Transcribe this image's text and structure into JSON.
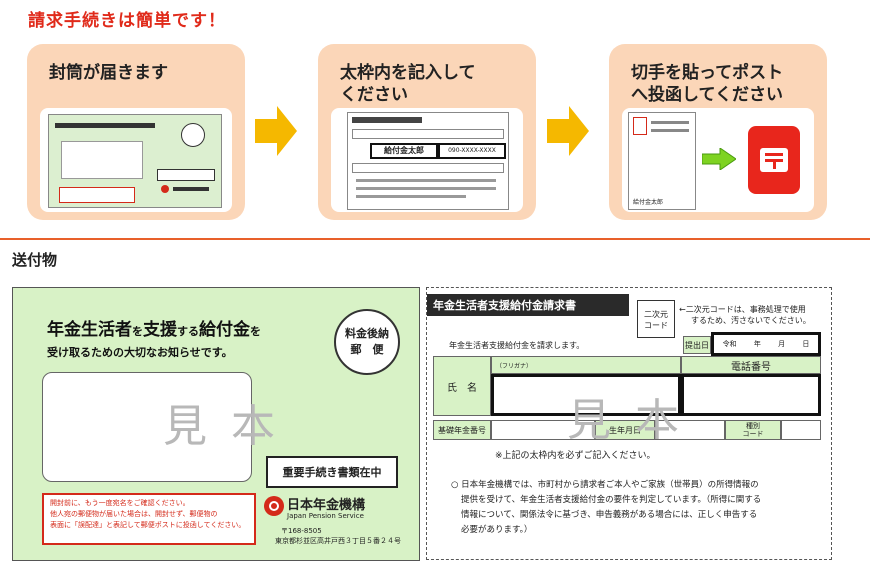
{
  "title": "請求手続きは簡単です！",
  "steps": [
    {
      "label_line1": "封筒が届きます",
      "label_line2": ""
    },
    {
      "label_line1": "太枠内を記入して",
      "label_line2": "ください"
    },
    {
      "label_line1": "切手を貼ってポスト",
      "label_line2": "へ投函してください"
    }
  ],
  "thumb_form": {
    "name_text": "給付金太郎",
    "phone_text": "090-XXXX-XXXX"
  },
  "thumb_post": {
    "name_text": "給付金太郎"
  },
  "section_label": "送付物",
  "envelope": {
    "title_part1": "年金生活者",
    "title_part2": "を",
    "title_part3": "支援",
    "title_part4": "する",
    "title_part5": "給付金",
    "title_part6": "を",
    "subtitle": "受け取るための大切なお知らせです。",
    "postage_line1": "料金後納",
    "postage_line2": "郵　便",
    "important": "重要手続き書類在中",
    "notice_line1": "開封前に、もう一度宛名をご確認ください。",
    "notice_line2": "他人宛の郵便物が届いた場合は、開封せず、郵便物の",
    "notice_line3": "表面に「誤配達」と表記して郵便ポストに投函してください。",
    "org_name": "日本年金機構",
    "org_name_en": "Japan Pension Service",
    "postal_code": "〒168-8505",
    "address": "東京都杉並区高井戸西３丁目５番２４号",
    "watermark": "見本"
  },
  "form": {
    "title": "年金生活者支援給付金請求書",
    "qr_label_line1": "二次元",
    "qr_label_line2": "コード",
    "qr_note_line1": "←二次元コードは、事務処理で使用",
    "qr_note_line2": "するため、汚さないでください。",
    "request_text": "年金生活者支援給付金を請求します。",
    "submit_label": "提出日",
    "era": "令和",
    "year": "年",
    "month": "月",
    "day": "日",
    "furigana_label": "（フリガナ）",
    "name_label": "氏　名",
    "phone_label": "電話番号",
    "pension_no_label": "基礎年金番号",
    "birthdate_label": "生年月日",
    "code_label_line1": "種別",
    "code_label_line2": "コード",
    "instruction": "※上記の太枠内を必ずご記入ください。",
    "disclaimer_line1": "○ 日本年金機構では、市町村から請求者ご本人やご家族（世帯員）の所得情報の",
    "disclaimer_line2": "提供を受けて、年金生活者支援給付金の要件を判定しています。（所得に関する",
    "disclaimer_line3": "情報について、関係法令に基づき、申告義務がある場合には、正しく申告する",
    "disclaimer_line4": "必要があります。）",
    "watermark": "見本"
  },
  "colors": {
    "accent_red": "#e02a1a",
    "card_bg": "#fbd6b8",
    "green_bg": "#d8f2c6",
    "arrow": "#f5b800"
  }
}
